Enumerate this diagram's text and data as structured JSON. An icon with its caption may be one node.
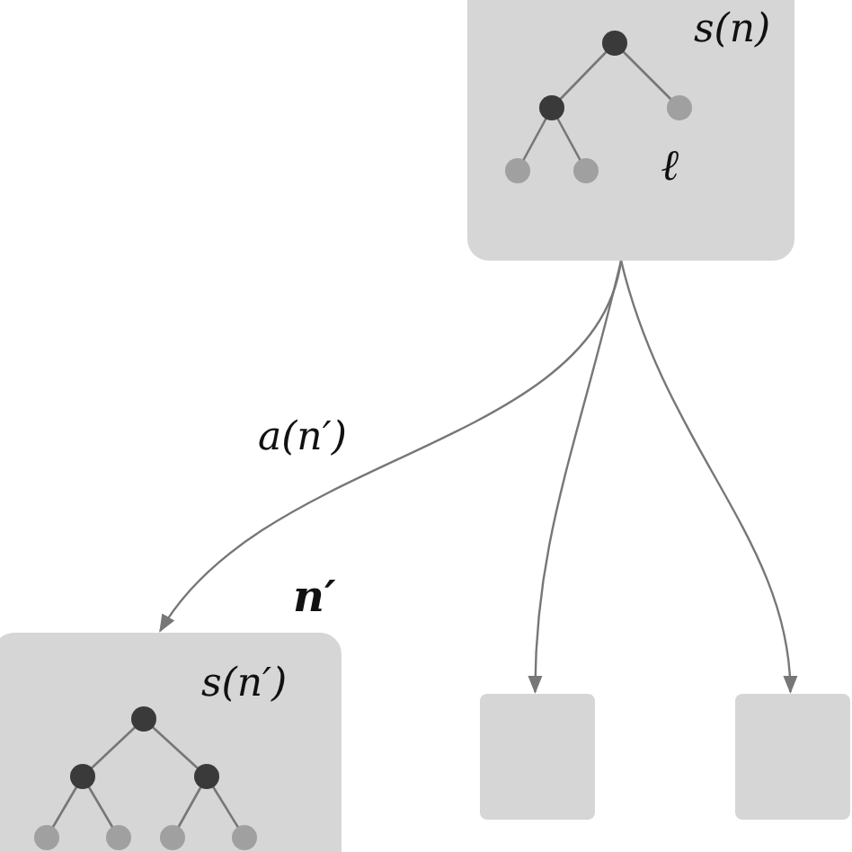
{
  "diagram": {
    "nodes": [
      {
        "text": [
          "s(n)",
          "ℓ"
        ]
      },
      {
        "text": [
          "s(n′)"
        ],
        "beside": [
          "n′"
        ]
      },
      {
        "text": [],
        "shape": "box"
      },
      {
        "text": [],
        "shape": "box"
      }
    ],
    "edges": [
      {
        "from": 0,
        "to": 1,
        "arrow": "to",
        "label": "a(n′)"
      },
      {
        "from": 0,
        "to": 2,
        "arrow": "to"
      },
      {
        "from": 0,
        "to": 3,
        "arrow": "to"
      }
    ]
  }
}
